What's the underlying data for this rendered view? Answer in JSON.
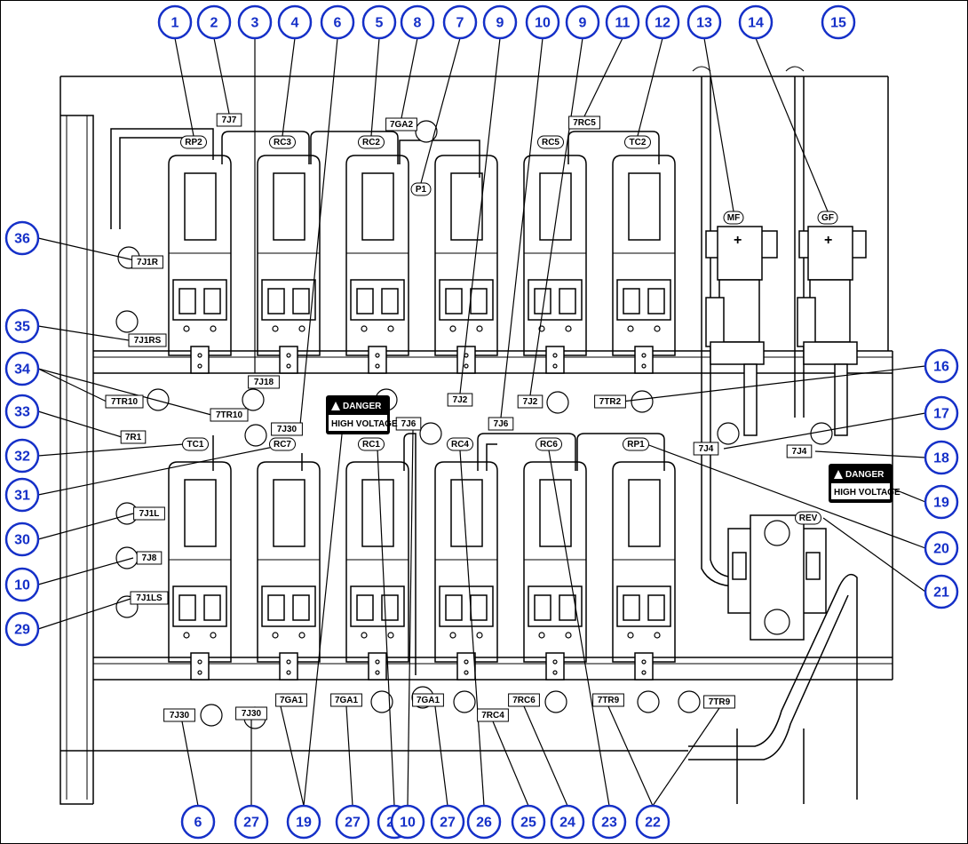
{
  "callouts_top": [
    "1",
    "2",
    "3",
    "4",
    "6",
    "5",
    "8",
    "7",
    "9",
    "10",
    "9",
    "11",
    "12",
    "13",
    "14",
    "15"
  ],
  "callouts_left": [
    "36",
    "35",
    "34",
    "33",
    "32",
    "31",
    "30",
    "10",
    "29"
  ],
  "callouts_right": [
    "16",
    "17",
    "18",
    "19",
    "20",
    "21"
  ],
  "callouts_bottom": [
    "6",
    "27",
    "19",
    "27",
    "28",
    "10",
    "27",
    "26",
    "25",
    "24",
    "23",
    "22"
  ],
  "wire_tags": [
    "7J7",
    "7GA2",
    "7RC5",
    "7J1R",
    "7J1RS",
    "7TR10",
    "7TR10",
    "7J18",
    "7J30",
    "7J2",
    "7J6",
    "7J2",
    "7TR2",
    "7R1",
    "7J6",
    "7J1L",
    "7J8",
    "7J1LS",
    "7J30",
    "7J30",
    "7GA1",
    "7GA1",
    "7GA1",
    "7RC4",
    "7RC6",
    "7TR9",
    "7TR9",
    "7J4",
    "7J4"
  ],
  "contactor_tags": [
    "RP2",
    "RC3",
    "RC2",
    "P1",
    "RC5",
    "TC2",
    "MF",
    "GF",
    "TC1",
    "RC7",
    "RC1",
    "RC4",
    "RC6",
    "RP1",
    "REV"
  ],
  "warning_labels": [
    {
      "heading": "DANGER",
      "body": "HIGH VOLTAGE"
    },
    {
      "heading": "DANGER",
      "body": "HIGH VOLTAGE"
    }
  ]
}
